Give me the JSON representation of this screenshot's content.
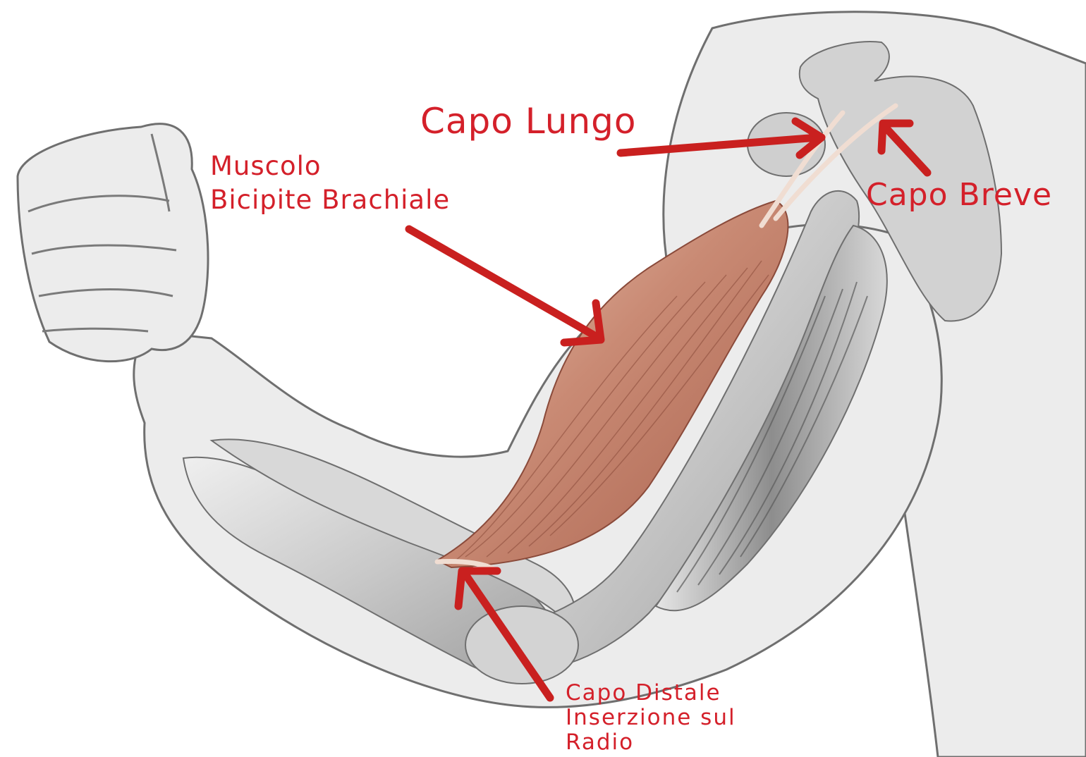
{
  "labels": {
    "capo_lungo": "Capo Lungo",
    "muscolo_line1": "Muscolo",
    "muscolo_line2": "Bicipite Brachiale",
    "capo_breve": "Capo Breve",
    "distale_line1": "Capo Distale",
    "distale_line2": "Inserzione sul",
    "distale_line3": "Radio"
  },
  "colors": {
    "label_red": "#d4202a",
    "arrow_red": "#c9201f",
    "skin_fill": "#ececec",
    "outline": "#6f6f6f",
    "bone_fill": "#cfcfcf",
    "muscle_fill": "#c98a74"
  }
}
